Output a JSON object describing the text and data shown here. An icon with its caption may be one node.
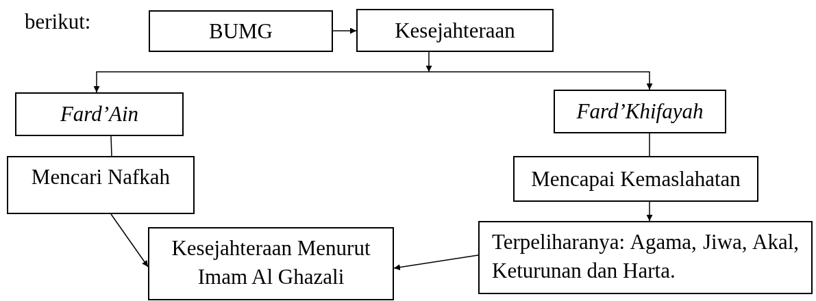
{
  "diagram": {
    "nodes": [
      {
        "text": [
          "BUMG"
        ]
      },
      {
        "text": [
          "Kesejahteraan"
        ]
      },
      {
        "text": [
          "Fard’Ain"
        ]
      },
      {
        "text": [
          "Fard’Khifayah"
        ]
      },
      {
        "text": [
          "Mencari Nafkah"
        ]
      },
      {
        "text": [
          "Mencapai Kemaslahatan"
        ]
      },
      {
        "text": [
          "Kesejahteraan Menurut Imam Al Ghazali"
        ]
      },
      {
        "text": [
          "Terpeliharanya: Agama, Jiwa, Akal, Keturunan dan Harta."
        ]
      }
    ],
    "edges": [
      {
        "from": 0,
        "to": 1,
        "arrow": "to"
      },
      {
        "from": 1,
        "to": 2,
        "arrow": "to"
      },
      {
        "from": 1,
        "to": 3,
        "arrow": "to"
      },
      {
        "from": 2,
        "to": 4,
        "arrow": "none"
      },
      {
        "from": 3,
        "to": 5,
        "arrow": "none"
      },
      {
        "from": 4,
        "to": 6,
        "arrow": "to"
      },
      {
        "from": 5,
        "to": 7,
        "arrow": "to"
      },
      {
        "from": 7,
        "to": 6,
        "arrow": "to"
      }
    ],
    "labels": [
      "berikut:"
    ]
  }
}
